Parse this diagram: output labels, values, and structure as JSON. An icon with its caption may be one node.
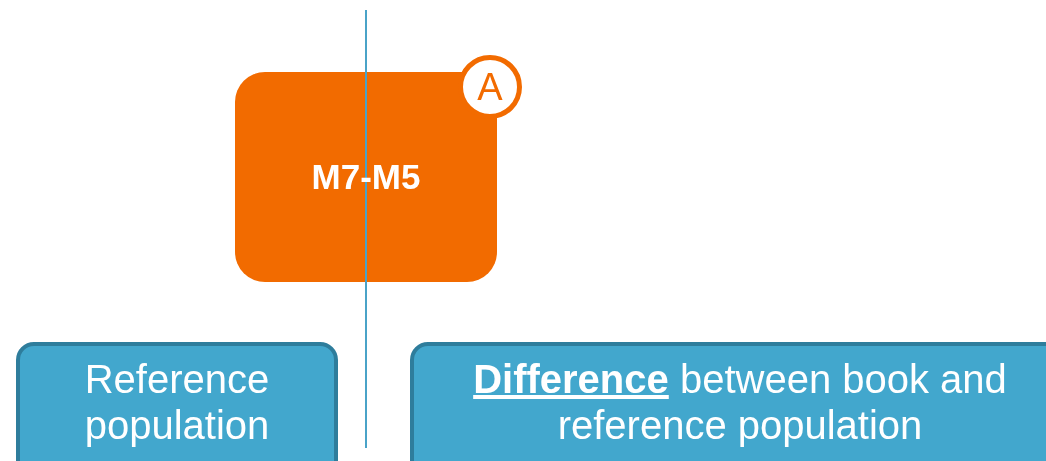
{
  "diagram": {
    "nodes": [
      {
        "text": [
          "M7-M5"
        ]
      },
      {
        "text": [
          "A"
        ]
      },
      {
        "text": [
          "Reference population"
        ]
      },
      {
        "text": [
          "**Difference** between book and reference population"
        ]
      }
    ]
  }
}
